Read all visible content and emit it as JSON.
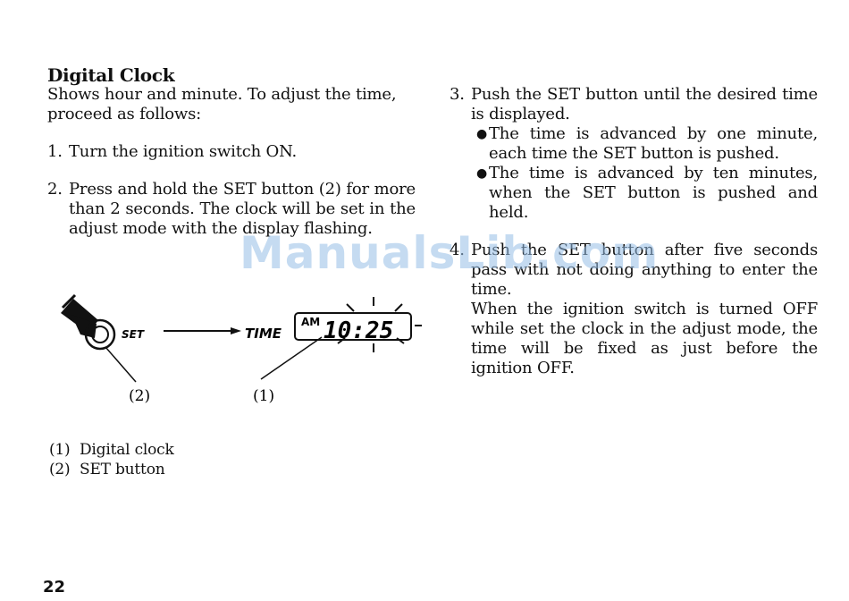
{
  "heading": "Digital Clock",
  "intro": "Shows hour and minute. To adjust the time, proceed as follows:",
  "steps": {
    "s1": {
      "num": "1.",
      "text": "Turn the ignition switch ON."
    },
    "s2": {
      "num": "2.",
      "text": "Press and hold the SET button (2) for more than 2 seconds. The clock will be set in the adjust mode with the display flashing."
    },
    "s3": {
      "num": "3.",
      "text": "Push the SET button until the desired time is displayed.",
      "bullet1": "The time is advanced by one minute, each time the SET button is pushed.",
      "bullet2": "The time is advanced by ten minutes, when the SET button is pushed and held."
    },
    "s4": {
      "num": "4.",
      "text": "Push the SET button after five seconds pass with not doing anything to enter the time.",
      "note": "When the ignition switch is turned OFF while set the clock in the adjust mode, the time will be fixed as just before the ignition OFF."
    }
  },
  "illustration": {
    "set_label": "SET",
    "time_label": "TIME",
    "display_am": "AM",
    "display_time": "10:25",
    "callout_2": "(2)",
    "callout_1": "(1)"
  },
  "captions": [
    {
      "num": "(1)",
      "text": "Digital clock"
    },
    {
      "num": "(2)",
      "text": "SET button"
    }
  ],
  "page_number": "22",
  "watermark": "ManualsLib.com"
}
